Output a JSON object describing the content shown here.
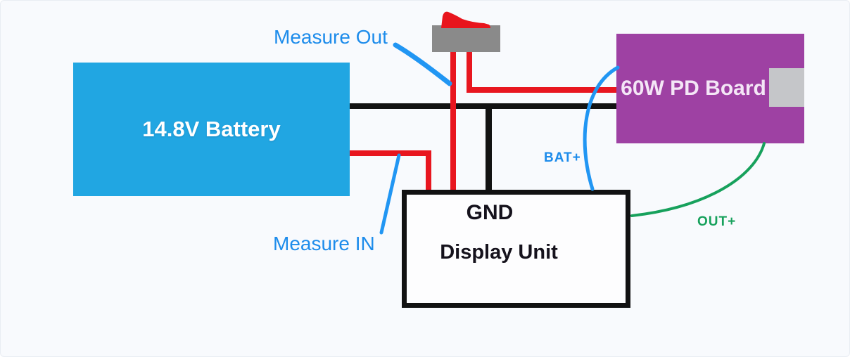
{
  "diagram": {
    "title_implied": "",
    "battery": {
      "label": "14.8V Battery"
    },
    "pd_board": {
      "label": "60W PD Board"
    },
    "display_unit": {
      "gnd_label": "GND",
      "label": "Display Unit"
    },
    "wire_labels": {
      "measure_out": "Measure Out",
      "measure_in": "Measure IN",
      "bat_plus": "BAT+",
      "out_plus": "OUT+"
    },
    "icons": {
      "switch": "rocker-switch-icon",
      "connector": "usb-port-connector"
    },
    "colors": {
      "background": "#f8fafd",
      "battery_fill": "#21a6e2",
      "pd_board_fill": "#9e41a3",
      "connector_fill": "#c5c6c9",
      "switch_body_fill": "#8a8a8a",
      "switch_lever_red": "#e8151d",
      "wire_red": "#e8161f",
      "wire_black": "#121212",
      "wire_blue": "#2196f3",
      "wire_green": "#17a15c",
      "label_blue": "#1d8ceb",
      "label_green": "#17a15c"
    }
  }
}
